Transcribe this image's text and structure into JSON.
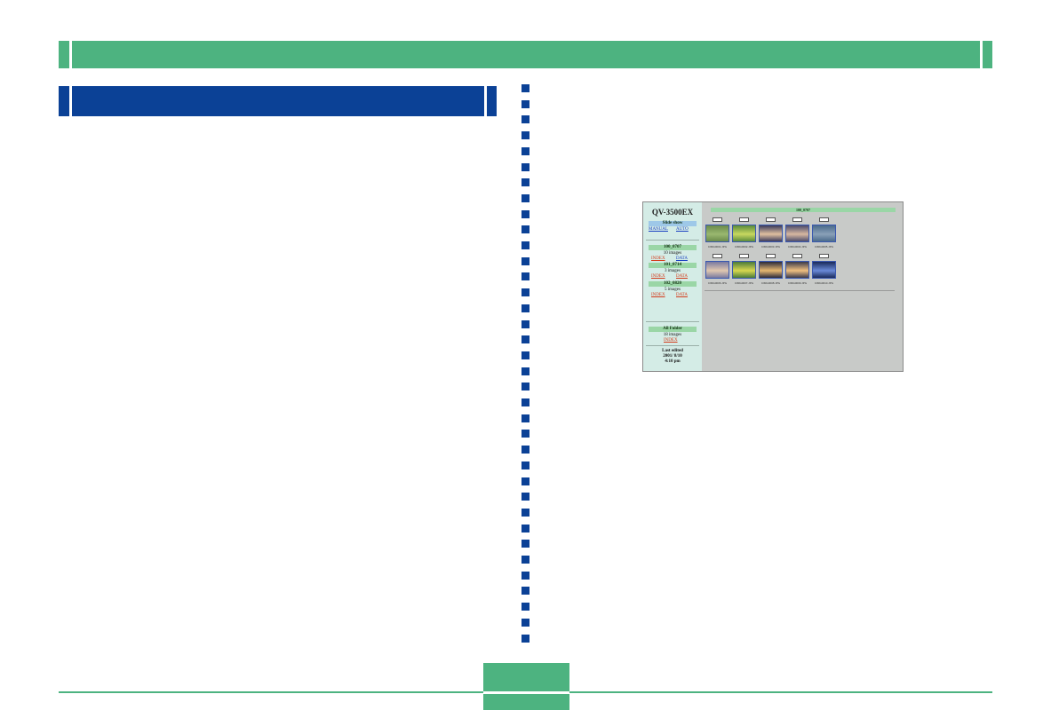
{
  "browser_screenshot": {
    "model": "QV-3500EX",
    "slide_show": {
      "label": "Slide show",
      "manual": "MANUAL",
      "auto": "AUTO"
    },
    "folders": [
      {
        "name": "100_0707",
        "count": "10 images",
        "index": "INDEX",
        "data": "DATA"
      },
      {
        "name": "101_0714",
        "count": "3 images",
        "index": "INDEX",
        "data": "DATA"
      },
      {
        "name": "102_0820",
        "count": "5 images",
        "index": "INDEX",
        "data": "DATA"
      }
    ],
    "all_folder": {
      "name": "All Folder",
      "count": "18 images",
      "index": "INDEX"
    },
    "last_edited": {
      "label": "Last edited",
      "date": "2001/ 8/10",
      "time": "4:10 pm"
    },
    "current_folder": "100_0707",
    "thumbnails": [
      {
        "file": "CIMG0001.JPG",
        "colors": [
          "#6a8a4a",
          "#9ab870"
        ]
      },
      {
        "file": "CIMG0002.JPG",
        "colors": [
          "#5a8a3a",
          "#c8d860"
        ]
      },
      {
        "file": "CIMG0003.JPG",
        "colors": [
          "#3a3a5a",
          "#e0c0a0"
        ]
      },
      {
        "file": "CIMG0004.JPG",
        "colors": [
          "#4a4a6a",
          "#d8b8a0"
        ]
      },
      {
        "file": "CIMG0005.JPG",
        "colors": [
          "#4a6a8a",
          "#8aa0b8"
        ]
      },
      {
        "file": "CIMG0006.JPG",
        "colors": [
          "#7a7aa0",
          "#e0c8b0"
        ]
      },
      {
        "file": "CIMG0007.JPG",
        "colors": [
          "#4a7a3a",
          "#d8d850"
        ]
      },
      {
        "file": "CIMG0008.JPG",
        "colors": [
          "#2a2a3a",
          "#e8b870"
        ]
      },
      {
        "file": "CIMG0009.JPG",
        "colors": [
          "#3a3a4a",
          "#f0c080"
        ]
      },
      {
        "file": "CIMG0010.JPG",
        "colors": [
          "#1a2a5a",
          "#6a8ad8"
        ]
      }
    ]
  },
  "colors": {
    "accent_green": "#4db380",
    "section_blue": "#0b4196"
  }
}
